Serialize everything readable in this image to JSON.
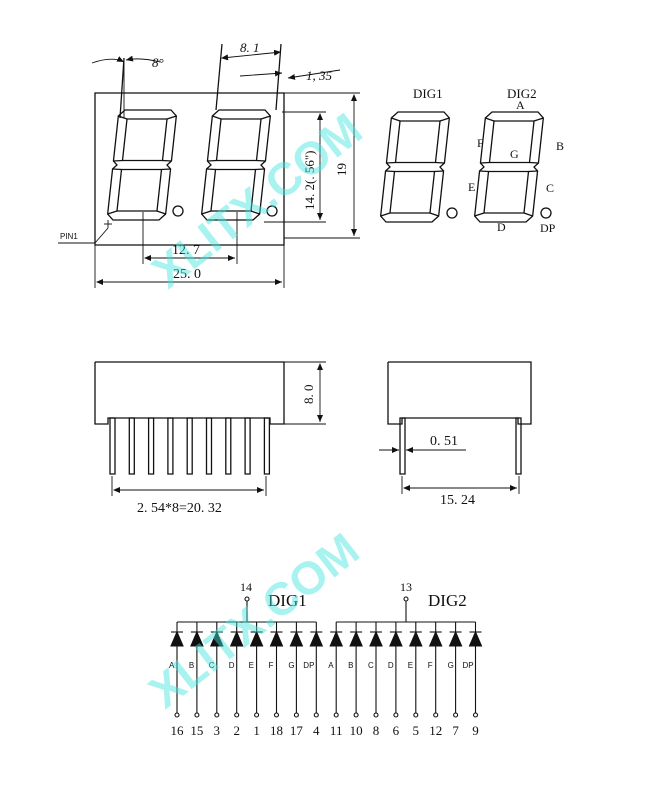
{
  "front_view": {
    "angle": "8°",
    "dim_81": "8. 1",
    "dim_135": "1, 35",
    "dim_142": "14. 2(. 56\")",
    "dim_19": "19",
    "dim_127": "12. 7",
    "dim_250": "25. 0",
    "pin1": "PIN1"
  },
  "segment_labels": {
    "dig1": "DIG1",
    "dig2": "DIG2",
    "a": "A",
    "b": "B",
    "c": "C",
    "d": "D",
    "e": "E",
    "f": "F",
    "g": "G",
    "dp": "DP"
  },
  "side_view": {
    "dim_80": "8. 0",
    "pitch": "2. 54*8=20. 32",
    "dim_051": "0. 51",
    "dim_1524": "15. 24"
  },
  "schematic": {
    "dig1_label": "DIG1",
    "dig2_label": "DIG2",
    "dig1_pin": "14",
    "dig2_pin": "13",
    "segments": [
      "A",
      "B",
      "C",
      "D",
      "E",
      "F",
      "G",
      "DP",
      "A",
      "B",
      "C",
      "D",
      "E",
      "F",
      "G",
      "DP"
    ],
    "pins": [
      "16",
      "15",
      "3",
      "2",
      "1",
      "18",
      "17",
      "4",
      "11",
      "10",
      "8",
      "6",
      "5",
      "12",
      "7",
      "9"
    ]
  },
  "watermark": {
    "text1": "XLITX.COM",
    "text2": "XLITX.COM"
  }
}
